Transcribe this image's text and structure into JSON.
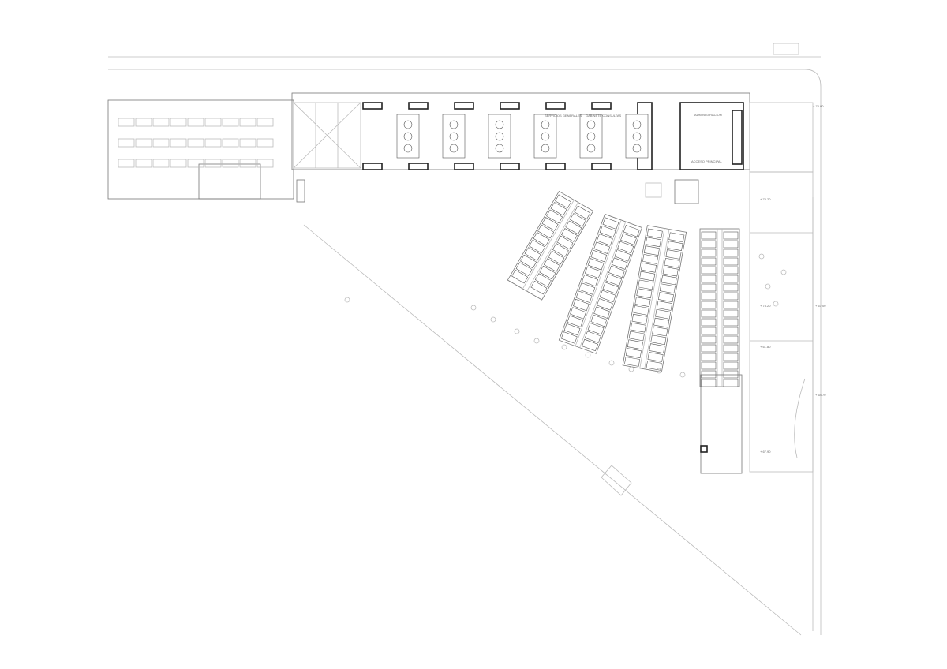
{
  "plan": {
    "title": "Site floor plan",
    "elevations": [
      "+ 74.90",
      "+ 73.20",
      "+ 73.20",
      "+ 67.00",
      "+ 61.80",
      "+ 64.70",
      "+ 67.90"
    ],
    "room_labels": [
      "SERVICIOS GENERALES",
      "GABINETE CONSULTAS",
      "ADMINISTRACION",
      "ACCESO PRINCIPAL"
    ],
    "colors": {
      "line": "#555555",
      "light": "#bbbbbb",
      "wall": "#222222"
    }
  }
}
